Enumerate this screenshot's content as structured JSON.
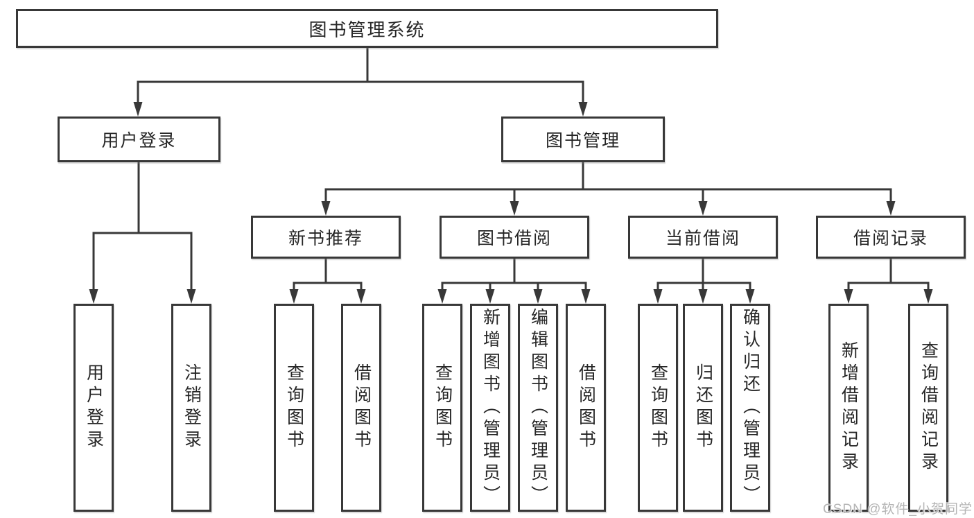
{
  "tree": {
    "root": {
      "label": "图书管理系统"
    },
    "children": [
      {
        "label": "用户登录",
        "children": [
          {
            "label": "用户登录"
          },
          {
            "label": "注销登录"
          }
        ]
      },
      {
        "label": "图书管理",
        "children": [
          {
            "label": "新书推荐",
            "children": [
              {
                "label": "查询图书"
              },
              {
                "label": "借阅图书"
              }
            ]
          },
          {
            "label": "图书借阅",
            "children": [
              {
                "label": "查询图书"
              },
              {
                "label": "新增图书（管理员）"
              },
              {
                "label": "编辑图书（管理员）"
              },
              {
                "label": "借阅图书"
              }
            ]
          },
          {
            "label": "当前借阅",
            "children": [
              {
                "label": "查询图书"
              },
              {
                "label": "归还图书"
              },
              {
                "label": "确认归还（管理员）"
              }
            ]
          },
          {
            "label": "借阅记录",
            "children": [
              {
                "label": "新增借阅记录"
              },
              {
                "label": "查询借阅记录"
              }
            ]
          }
        ]
      }
    ]
  },
  "watermark": "CSDN @软件_小贺同学",
  "colors": {
    "line": "#383838",
    "text": "#262626",
    "background": "#ffffff",
    "watermark": "#b5b5b5"
  }
}
